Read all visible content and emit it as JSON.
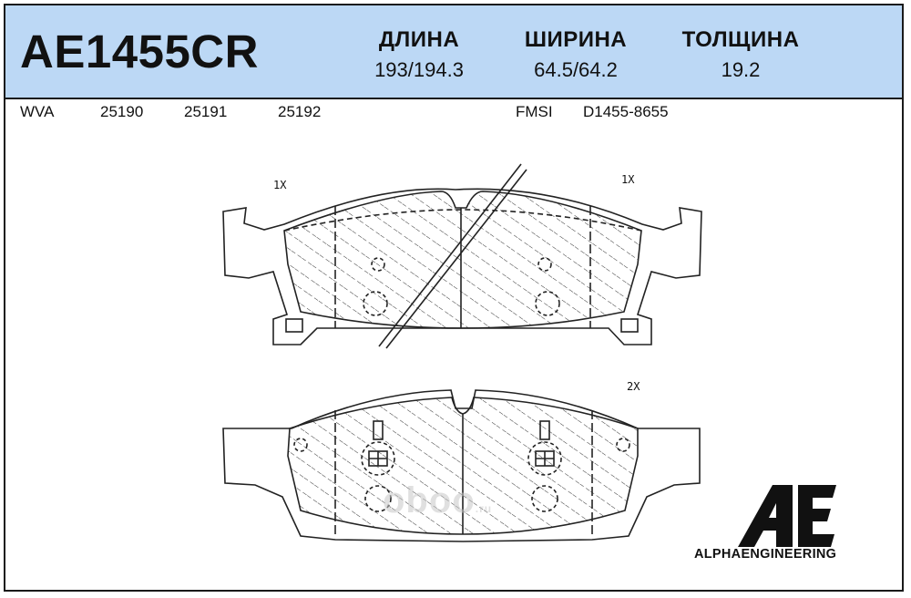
{
  "header": {
    "part_number": "AE1455CR",
    "length": {
      "label": "ДЛИНА",
      "value": "193/194.3"
    },
    "width": {
      "label": "ШИРИНА",
      "value": "64.5/64.2"
    },
    "thickness": {
      "label": "ТОЛЩИНА",
      "value": "19.2"
    }
  },
  "references": {
    "wva_label": "WVA",
    "wva_numbers": [
      "25190",
      "25191",
      "25192"
    ],
    "fmsi_label": "FMSI",
    "fmsi_number": "D1455-8655"
  },
  "drawing": {
    "top_pad_qty_left": "1X",
    "top_pad_qty_right": "1X",
    "bottom_pad_qty": "2X",
    "line_color": "#222222"
  },
  "watermark": {
    "text": "oboo",
    "suffix": ".ru"
  },
  "brand": {
    "name": "ALPHAENGINEERING",
    "logo_letters": "AE"
  }
}
